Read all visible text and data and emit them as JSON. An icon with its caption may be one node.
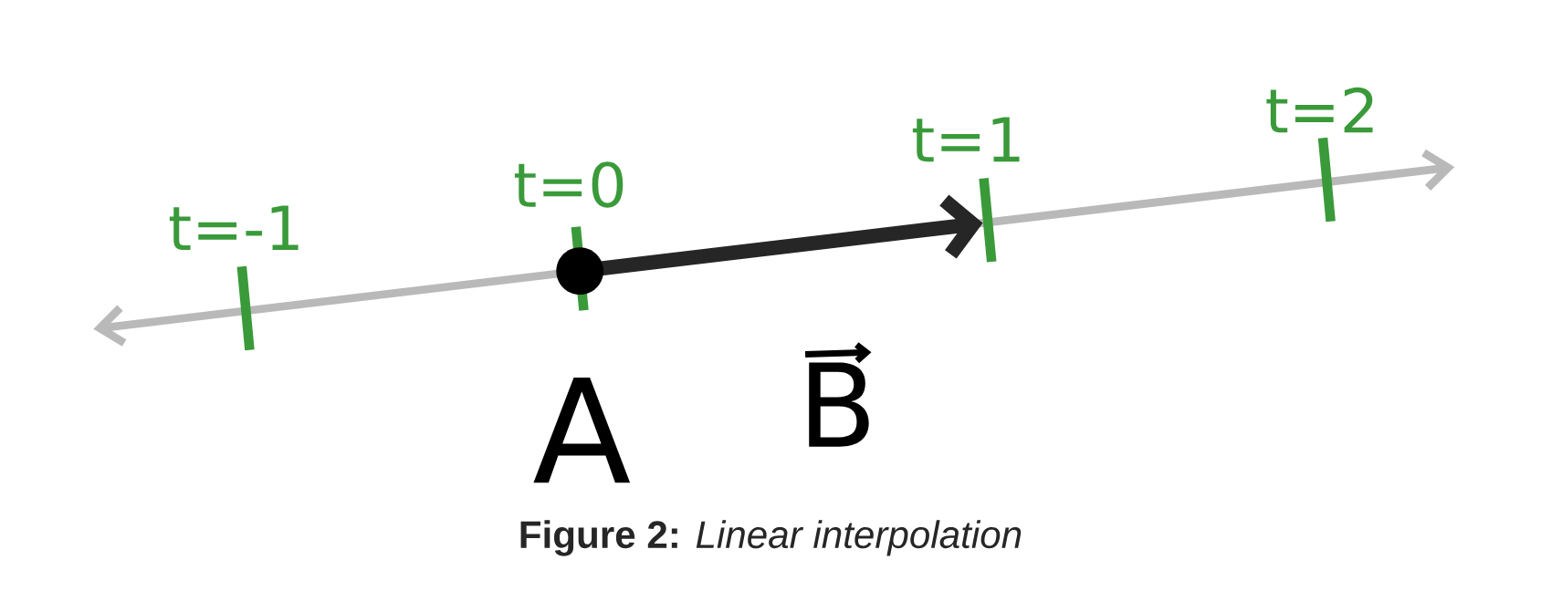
{
  "diagram": {
    "caption": "**Figure 2:** *Linear interpolation*",
    "labels": [
      "t=-1",
      "t=0",
      "t=1",
      "t=2",
      "A",
      "B"
    ]
  }
}
